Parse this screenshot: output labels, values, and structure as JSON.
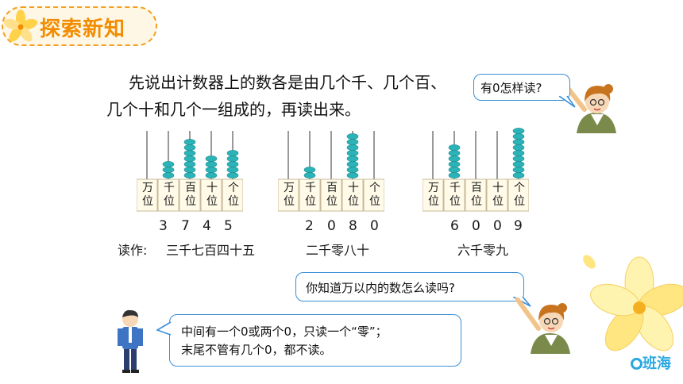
{
  "header": {
    "title": "探索新知"
  },
  "intro": {
    "line1": "先说出计数器上的数各是由几个千、几个百、",
    "line2": "几个十和几个一组成的，再读出来。"
  },
  "bubbles": {
    "question": "有0怎样读?",
    "ask": "你知道万以内的数怎么读吗?",
    "rule_line1": "中间有一个0或两个0，只读一个“零”；",
    "rule_line2": "末尾不管有几个0，都不读。"
  },
  "place_labels": [
    {
      "top": "万",
      "bottom": "位"
    },
    {
      "top": "千",
      "bottom": "位"
    },
    {
      "top": "百",
      "bottom": "位"
    },
    {
      "top": "十",
      "bottom": "位"
    },
    {
      "top": "个",
      "bottom": "位"
    }
  ],
  "abacuses": [
    {
      "digits": [
        "3",
        "7",
        "4",
        "5"
      ],
      "beads": [
        0,
        3,
        7,
        4,
        5
      ],
      "reading": "三千七百四十五"
    },
    {
      "digits": [
        "2",
        "0",
        "8",
        "0"
      ],
      "beads": [
        0,
        2,
        0,
        8,
        0
      ],
      "reading": "二千零八十"
    },
    {
      "digits": [
        "6",
        "0",
        "0",
        "9"
      ],
      "beads": [
        0,
        6,
        0,
        0,
        9
      ],
      "reading": "六千零九"
    }
  ],
  "reading_prefix": "读作:",
  "brand": "班海",
  "colors": {
    "accent": "#f28c00",
    "bubble_border": "#3b8fd8",
    "bead": "#2bb3b8",
    "brand": "#2ba8e0"
  }
}
